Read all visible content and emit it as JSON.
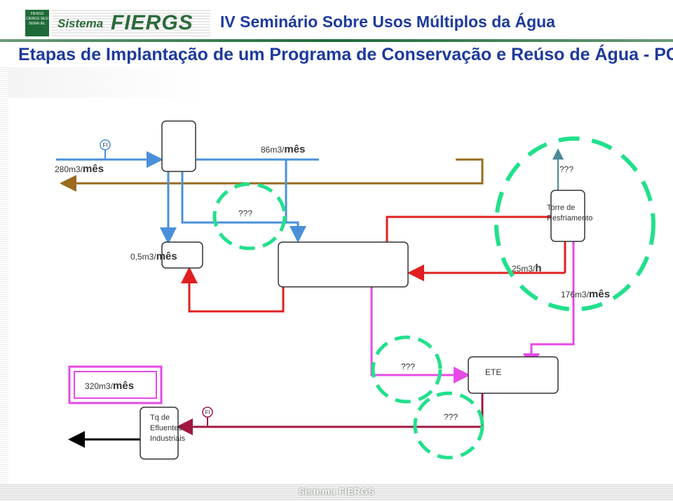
{
  "header": {
    "logo_box_text": "FIERGS CIERGS SESI SENAI IEL",
    "logo_sistema": "Sistema",
    "logo_fiergs": "FIERGS",
    "seminar_title": "IV Seminário Sobre Usos Múltiplos da Água"
  },
  "title": "Etapas de Implantação de um Programa de Conservação e Reúso de Água - PCRA",
  "diagram": {
    "flow_280": "280m3/",
    "flow_280_unit": "mês",
    "flow_86": "86m3/",
    "flow_86_unit": "mês",
    "flow_05": "0,5m3/",
    "flow_05_unit": "mês",
    "flow_25": "25m3/",
    "flow_25_unit": "h",
    "flow_176": "176m3/",
    "flow_176_unit": "mês",
    "flow_320": "320m3/",
    "flow_320_unit": "mês",
    "fi_label": "FI",
    "unknown": "???",
    "tower_line1": "Torre de",
    "tower_line2": "Resfriamento",
    "ete": "ETE",
    "tank_line1": "Tq de",
    "tank_line2": "Efluentes",
    "tank_line3": "Industriais"
  },
  "colors": {
    "blue_line": "#4a90d9",
    "brown_line": "#9a6a1e",
    "red_line": "#e02020",
    "magenta_line": "#e64ae6",
    "dark_red_line": "#a01840",
    "green_dash": "#22e08c",
    "title_blue": "#1d3a9c"
  },
  "footer": {
    "text": "Sistema FIERGS"
  }
}
